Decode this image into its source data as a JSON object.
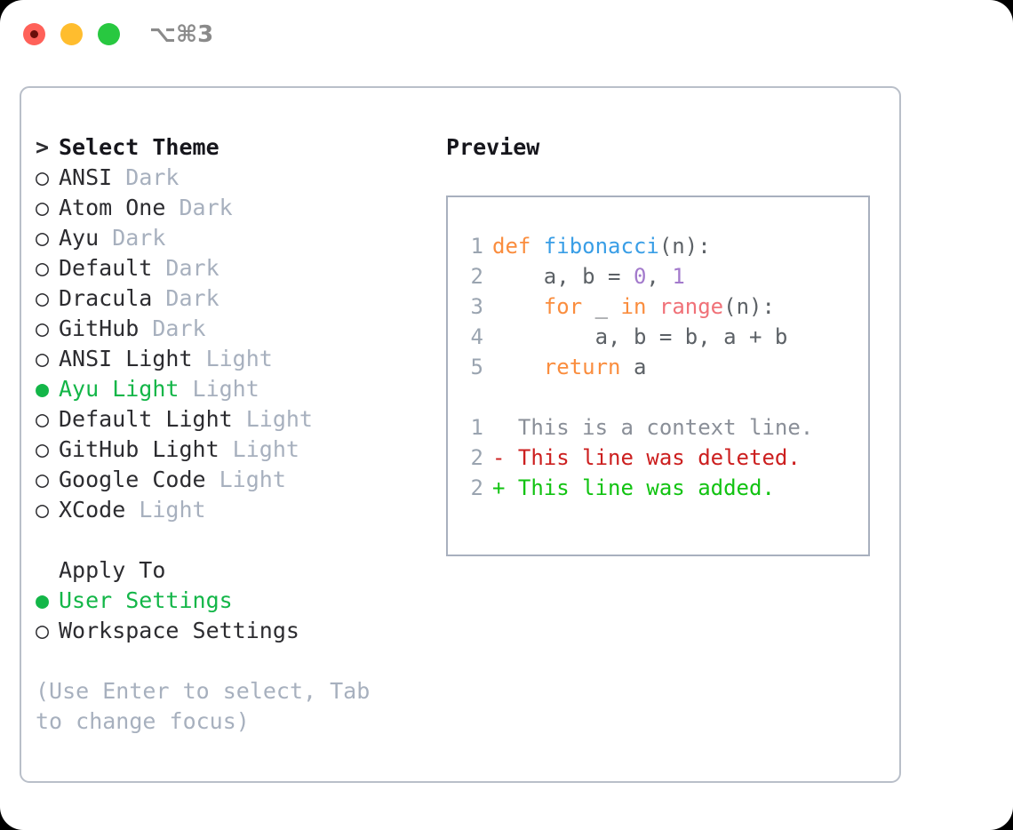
{
  "titlebar": {
    "shortcut": "⌥⌘3",
    "buttons": [
      {
        "name": "close-button",
        "color": "#FF6159"
      },
      {
        "name": "minimize-button",
        "color": "#FFBD2E"
      },
      {
        "name": "maximize-button",
        "color": "#28C840"
      }
    ]
  },
  "theme_picker": {
    "heading_marker": ">",
    "heading": "Select Theme",
    "items": [
      {
        "marker": "○",
        "name": "ANSI",
        "variant": "Dark",
        "selected": false
      },
      {
        "marker": "○",
        "name": "Atom One",
        "variant": "Dark",
        "selected": false
      },
      {
        "marker": "○",
        "name": "Ayu",
        "variant": "Dark",
        "selected": false
      },
      {
        "marker": "○",
        "name": "Default",
        "variant": "Dark",
        "selected": false
      },
      {
        "marker": "○",
        "name": "Dracula",
        "variant": "Dark",
        "selected": false
      },
      {
        "marker": "○",
        "name": "GitHub",
        "variant": "Dark",
        "selected": false
      },
      {
        "marker": "○",
        "name": "ANSI Light",
        "variant": "Light",
        "selected": false
      },
      {
        "marker": "●",
        "name": "Ayu Light",
        "variant": "Light",
        "selected": true
      },
      {
        "marker": "○",
        "name": "Default Light",
        "variant": "Light",
        "selected": false
      },
      {
        "marker": "○",
        "name": "GitHub Light",
        "variant": "Light",
        "selected": false
      },
      {
        "marker": "○",
        "name": "Google Code",
        "variant": "Light",
        "selected": false
      },
      {
        "marker": "○",
        "name": "XCode",
        "variant": "Light",
        "selected": false
      }
    ]
  },
  "apply_to": {
    "heading_marker": " ",
    "heading": "Apply To",
    "items": [
      {
        "marker": "●",
        "name": "User Settings",
        "selected": true
      },
      {
        "marker": "○",
        "name": "Workspace Settings",
        "selected": false
      }
    ]
  },
  "hint": "(Use Enter to select, Tab to change focus)",
  "preview": {
    "title": "Preview",
    "code_lines": [
      {
        "ln": "1",
        "tokens": [
          {
            "t": "def ",
            "c": "kw"
          },
          {
            "t": "fibonacci",
            "c": "fn"
          },
          {
            "t": "(n):",
            "c": "punc"
          }
        ]
      },
      {
        "ln": "2",
        "tokens": [
          {
            "t": "    a, b = ",
            "c": "punc"
          },
          {
            "t": "0",
            "c": "num"
          },
          {
            "t": ", ",
            "c": "punc"
          },
          {
            "t": "1",
            "c": "num"
          }
        ]
      },
      {
        "ln": "3",
        "tokens": [
          {
            "t": "    ",
            "c": "punc"
          },
          {
            "t": "for",
            "c": "kw"
          },
          {
            "t": " _ ",
            "c": "punc"
          },
          {
            "t": "in",
            "c": "kw"
          },
          {
            "t": " ",
            "c": "punc"
          },
          {
            "t": "range",
            "c": "bif"
          },
          {
            "t": "(n):",
            "c": "punc"
          }
        ]
      },
      {
        "ln": "4",
        "tokens": [
          {
            "t": "        a, b = b, a + b",
            "c": "punc"
          }
        ]
      },
      {
        "ln": "5",
        "tokens": [
          {
            "t": "    ",
            "c": "punc"
          },
          {
            "t": "return",
            "c": "kw"
          },
          {
            "t": " a",
            "c": "punc"
          }
        ]
      }
    ],
    "diff_lines": [
      {
        "ln": "1",
        "sign": " ",
        "text": "This is a context line.",
        "kind": "ctx"
      },
      {
        "ln": "2",
        "sign": "-",
        "text": "This line was deleted.",
        "kind": "del"
      },
      {
        "ln": "2",
        "sign": "+",
        "text": "This line was added.",
        "kind": "add"
      }
    ]
  },
  "colors": {
    "accent_green": "#13b648",
    "muted": "#a7b0be",
    "keyword": "#fa8d3e",
    "function": "#399ee6",
    "number": "#a37acc",
    "builtin": "#f07178",
    "deleted": "#cc1f1f",
    "added": "#12c312"
  }
}
